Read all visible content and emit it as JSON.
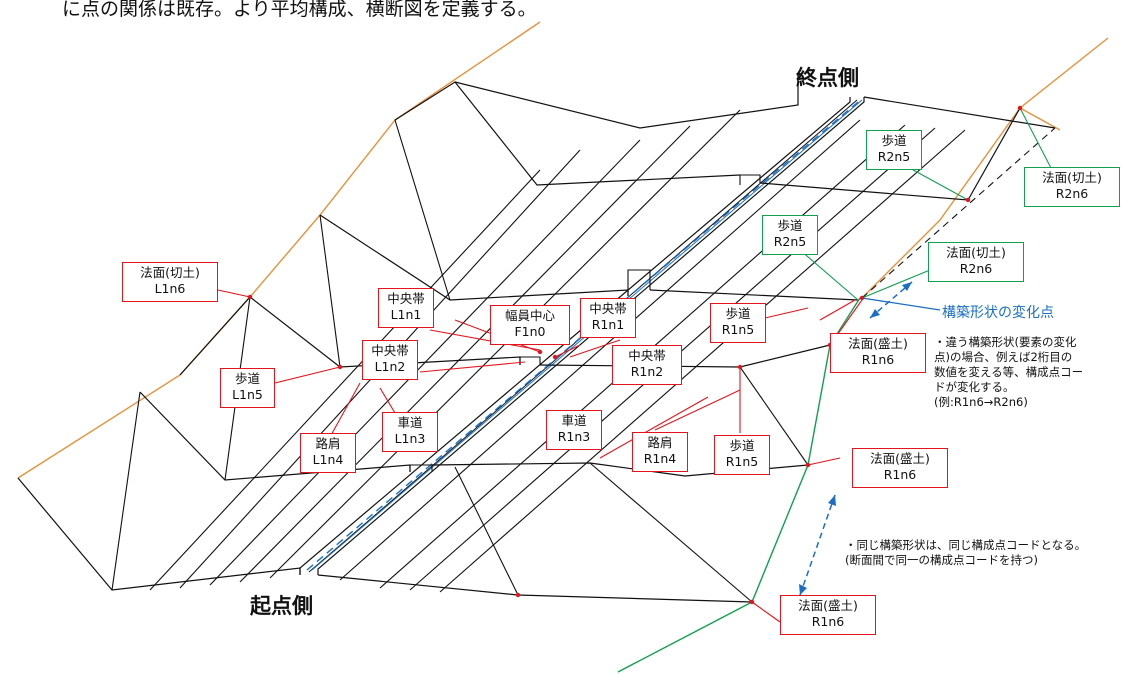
{
  "intro_text": "に点の関係は既存。より平均構成、横断図を定義する。",
  "end_side": "終点側",
  "start_side": "起点側",
  "change_point_label": "構築形状の変化点",
  "labels": [
    {
      "id": "l1n6",
      "line1": "法面(切土)",
      "line2": "L1n6",
      "color": "red"
    },
    {
      "id": "l1n1",
      "line1": "中央帯",
      "line2": "L1n1",
      "color": "red"
    },
    {
      "id": "f1n0",
      "line1": "幅員中心",
      "line2": "F1n0",
      "color": "red"
    },
    {
      "id": "r1n1",
      "line1": "中央帯",
      "line2": "R1n1",
      "color": "red"
    },
    {
      "id": "l1n2",
      "line1": "中央帯",
      "line2": "L1n2",
      "color": "red"
    },
    {
      "id": "r1n2",
      "line1": "中央帯",
      "line2": "R1n2",
      "color": "red"
    },
    {
      "id": "l1n5",
      "line1": "歩道",
      "line2": "L1n5",
      "color": "red"
    },
    {
      "id": "l1n3",
      "line1": "車道",
      "line2": "L1n3",
      "color": "red"
    },
    {
      "id": "l1n4",
      "line1": "路肩",
      "line2": "L1n4",
      "color": "red"
    },
    {
      "id": "r1n3",
      "line1": "車道",
      "line2": "R1n3",
      "color": "red"
    },
    {
      "id": "r1n4",
      "line1": "路肩",
      "line2": "R1n4",
      "color": "red"
    },
    {
      "id": "r1n5a",
      "line1": "歩道",
      "line2": "R1n5",
      "color": "red"
    },
    {
      "id": "r1n5b",
      "line1": "歩道",
      "line2": "R1n5",
      "color": "red"
    },
    {
      "id": "r1n6a",
      "line1": "法面(盛土)",
      "line2": "R1n6",
      "color": "red"
    },
    {
      "id": "r1n6b",
      "line1": "法面(盛土)",
      "line2": "R1n6",
      "color": "red"
    },
    {
      "id": "r1n6c",
      "line1": "法面(盛土)",
      "line2": "R1n6",
      "color": "red"
    },
    {
      "id": "r2n5a",
      "line1": "歩道",
      "line2": "R2n5",
      "color": "green"
    },
    {
      "id": "r2n5b",
      "line1": "歩道",
      "line2": "R2n5",
      "color": "green"
    },
    {
      "id": "r2n6a",
      "line1": "法面(切土)",
      "line2": "R2n6",
      "color": "green"
    },
    {
      "id": "r2n6b",
      "line1": "法面(切土)",
      "line2": "R2n6",
      "color": "green"
    }
  ],
  "note_change": [
    "・違う構築形状(要素の変化",
    "点)の場合、例えば2桁目の",
    "数値を変える等、構成点コー",
    "ドが変化する。",
    "(例:R1n6→R2n6)"
  ],
  "note_same": [
    "・同じ構築形状は、同じ構成点コードとなる。",
    "(断面間で同一の構成点コードを持つ)"
  ],
  "colors": {
    "outline": "#111111",
    "label_border_red": "#e3141c",
    "label_border_green": "#10a050",
    "cut_slope": "#e8913a",
    "fill_slope": "#10a050",
    "centerline": "#1a6fc4",
    "change_point_text": "#1a6fc4"
  }
}
